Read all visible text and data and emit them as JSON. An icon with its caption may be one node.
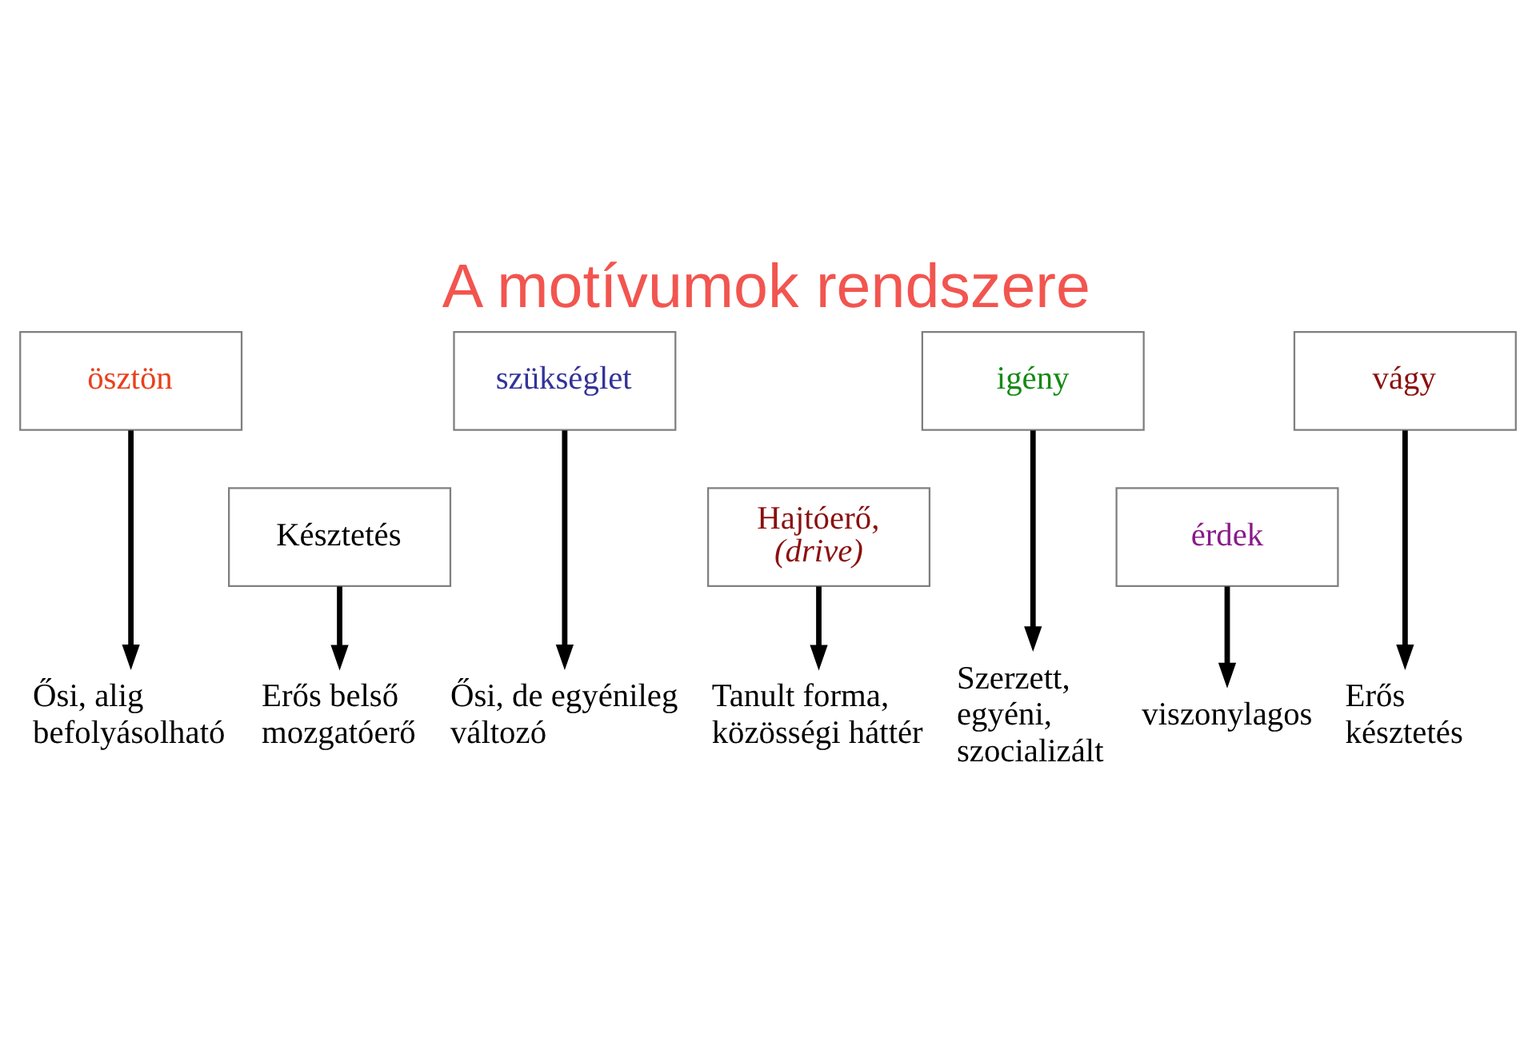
{
  "diagram": {
    "title": "A motívumok rendszere",
    "nodes": [
      {
        "text": [
          "ösztön"
        ]
      },
      {
        "text": [
          "Késztetés"
        ]
      },
      {
        "text": [
          "szükséglet"
        ]
      },
      {
        "text": [
          "Hajtóerő, *(drive)*"
        ]
      },
      {
        "text": [
          "igény"
        ]
      },
      {
        "text": [
          "érdek"
        ]
      },
      {
        "text": [
          "vágy"
        ]
      },
      {
        "text": [
          "Ősi, alig befolyásolható"
        ]
      },
      {
        "text": [
          "Erős belső mozgatóerő"
        ]
      },
      {
        "text": [
          "Ősi, de egyénileg változó"
        ]
      },
      {
        "text": [
          "Tanult forma, közösségi háttér"
        ]
      },
      {
        "text": [
          "Szerzett, egyéni, szocializált"
        ]
      },
      {
        "text": [
          "viszonylagos"
        ]
      },
      {
        "text": [
          "Erős késztetés"
        ]
      }
    ],
    "edges": [
      {
        "from": 0,
        "to": 7,
        "arrow": "to"
      },
      {
        "from": 1,
        "to": 8,
        "arrow": "to"
      },
      {
        "from": 2,
        "to": 9,
        "arrow": "to"
      },
      {
        "from": 3,
        "to": 10,
        "arrow": "to"
      },
      {
        "from": 4,
        "to": 11,
        "arrow": "to"
      },
      {
        "from": 5,
        "to": 12,
        "arrow": "to"
      },
      {
        "from": 6,
        "to": 13,
        "arrow": "to"
      }
    ]
  }
}
